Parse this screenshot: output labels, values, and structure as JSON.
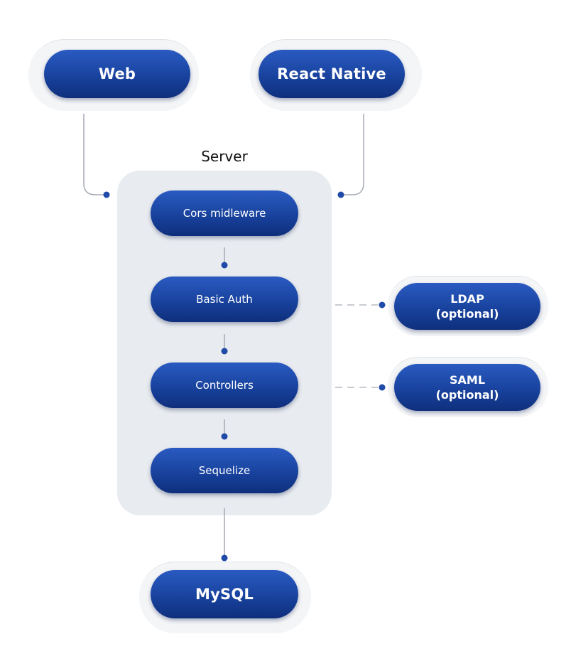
{
  "server": {
    "title": "Server"
  },
  "clients": {
    "web": "Web",
    "react_native": "React Native"
  },
  "pipeline": {
    "cors": "Cors midleware",
    "basic_auth": "Basic Auth",
    "controllers": "Controllers",
    "sequelize": "Sequelize"
  },
  "optional": {
    "ldap": "LDAP\n(optional)",
    "saml": "SAML\n(optional)"
  },
  "database": {
    "mysql": "MySQL"
  },
  "colors": {
    "node_blue": "#17409a",
    "connector_dot": "#1f4aa8",
    "server_box": "#e8ebef",
    "dashed_line": "#c8ccd2",
    "solid_line": "#a6abb3"
  }
}
